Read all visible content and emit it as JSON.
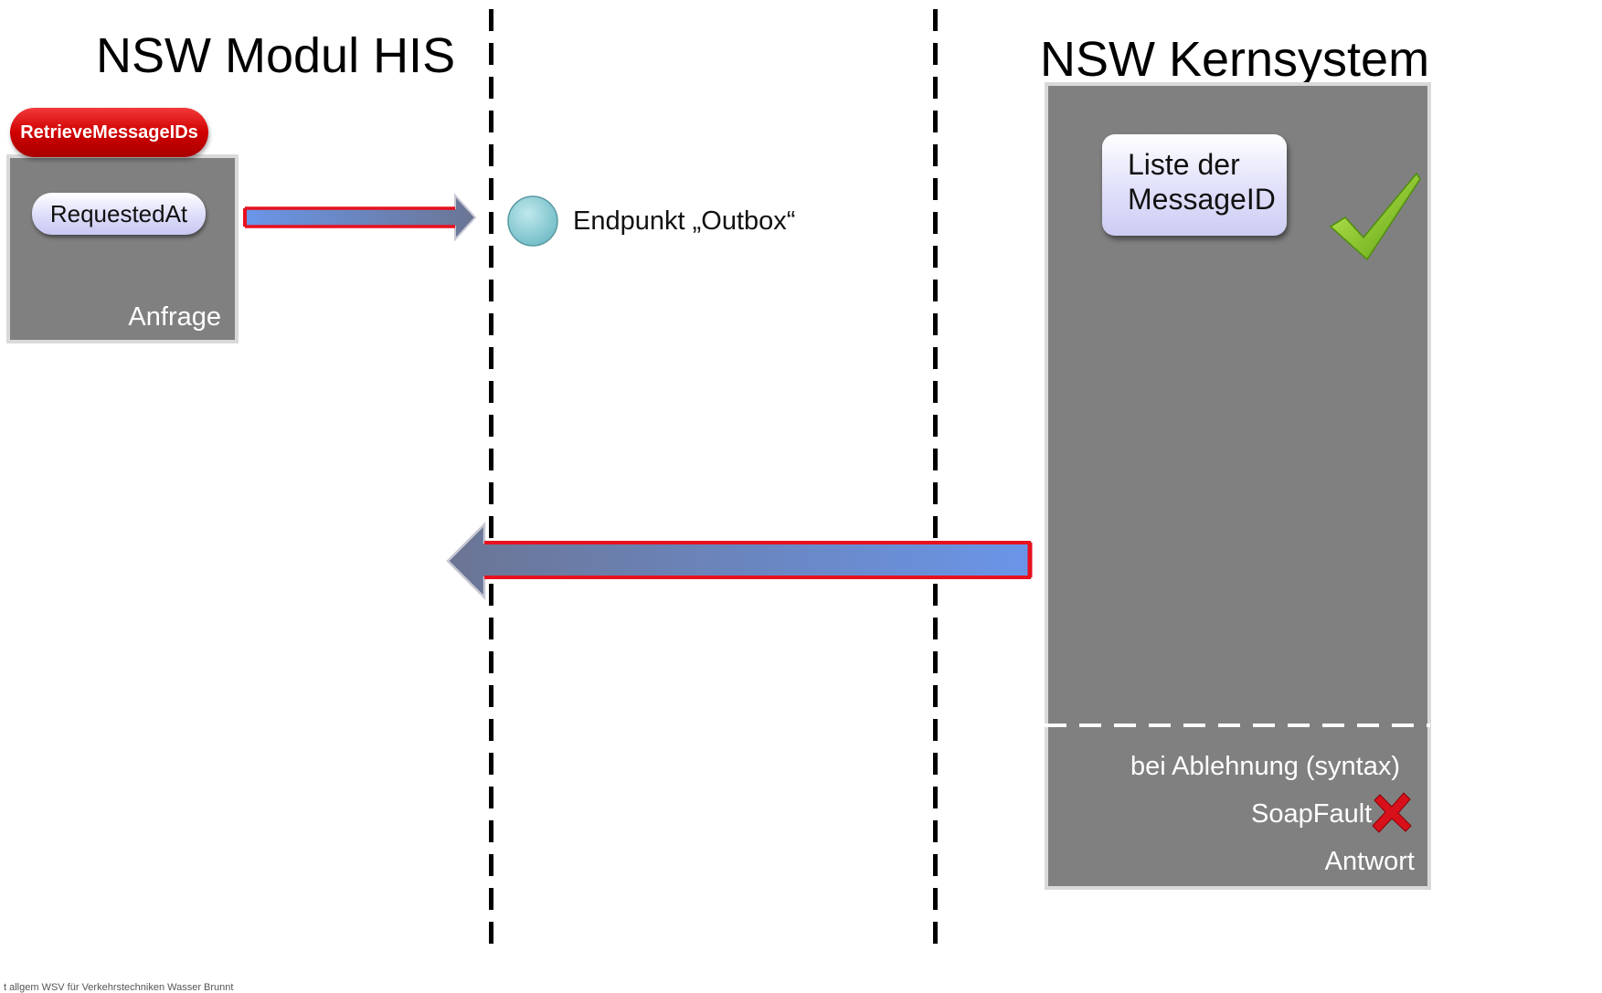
{
  "left_title": "NSW Modul HIS",
  "right_title": "NSW Kernsystem",
  "request": {
    "operation_label": "RetrieveMessageIDs",
    "field_label": "RequestedAt",
    "panel_label": "Anfrage"
  },
  "endpoint": {
    "label": "Endpunkt „Outbox“"
  },
  "response": {
    "box_line1": "Liste der",
    "box_line2": "MessageID",
    "rejection_label": "bei Ablehnung  (syntax)",
    "fault_label": "SoapFault",
    "panel_label": "Antwort"
  },
  "footer_text": "t allgem WSV für Verkehrstechniken Wasser Brunnt",
  "colors": {
    "panel_gray": "#808080",
    "tag_red": "#d00000",
    "arrow_outline": "#e8101e",
    "arrow_blue": "#6a95e8",
    "endpoint_teal": "#87ced6",
    "check_green": "#7dc21a",
    "cross_red": "#d8101a"
  },
  "icons": [
    "endpoint-circle-icon",
    "checkmark-icon",
    "cross-icon",
    "arrow-right-icon",
    "arrow-left-icon"
  ]
}
